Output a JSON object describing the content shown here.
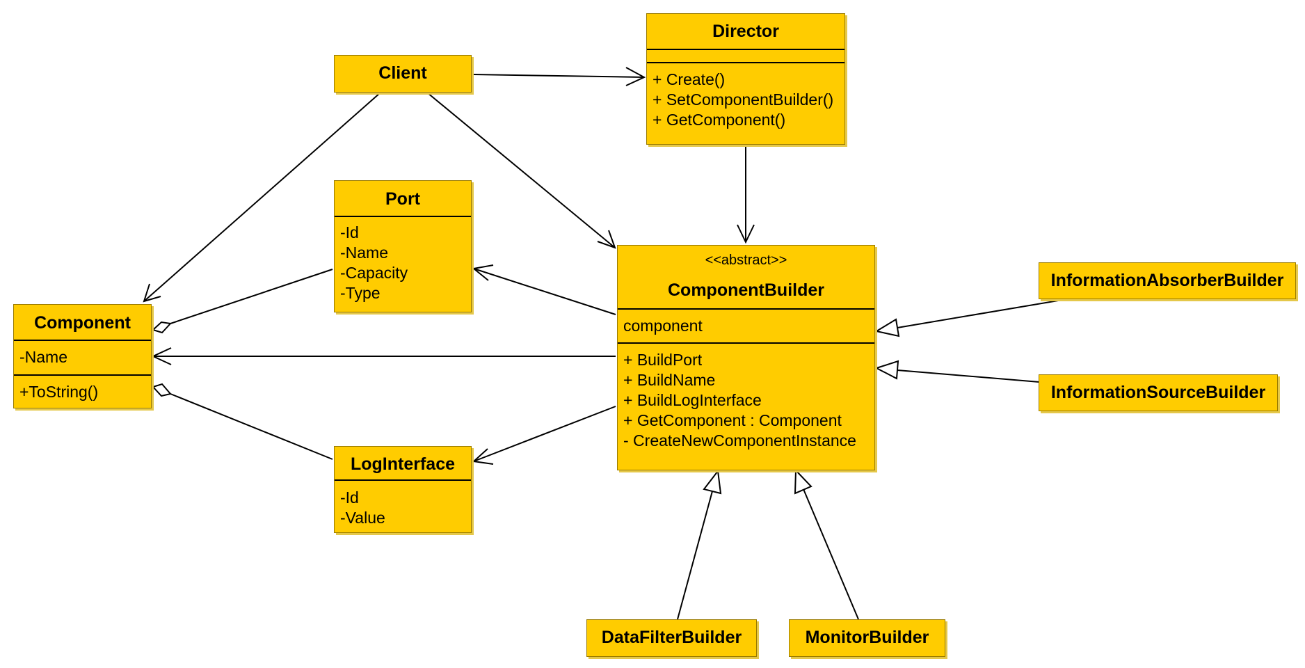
{
  "colors": {
    "class_fill": "#FFCC00",
    "stroke": "#000000"
  },
  "classes": {
    "client": {
      "name": "Client"
    },
    "director": {
      "name": "Director",
      "operations": [
        "+ Create()",
        "+ SetComponentBuilder()",
        "+ GetComponent()"
      ]
    },
    "port": {
      "name": "Port",
      "attributes": [
        "-Id",
        "-Name",
        "-Capacity",
        "-Type"
      ]
    },
    "component": {
      "name": "Component",
      "attributes": [
        "-Name"
      ],
      "operations": [
        "+ToString()"
      ]
    },
    "component_builder": {
      "stereotype": "<<abstract>>",
      "name": "ComponentBuilder",
      "attributes": [
        "component"
      ],
      "operations": [
        "+ BuildPort",
        "+ BuildName",
        "+ BuildLogInterface",
        "+ GetComponent : Component",
        "- CreateNewComponentInstance"
      ]
    },
    "log_interface": {
      "name": "LogInterface",
      "attributes": [
        "-Id",
        "-Value"
      ]
    },
    "information_absorber_builder": {
      "name": "InformationAbsorberBuilder"
    },
    "information_source_builder": {
      "name": "InformationSourceBuilder"
    },
    "data_filter_builder": {
      "name": "DataFilterBuilder"
    },
    "monitor_builder": {
      "name": "MonitorBuilder"
    }
  },
  "relationships": [
    {
      "from": "Client",
      "to": "Director",
      "kind": "association"
    },
    {
      "from": "Client",
      "to": "Component",
      "kind": "association"
    },
    {
      "from": "Client",
      "to": "ComponentBuilder",
      "kind": "association"
    },
    {
      "from": "Director",
      "to": "ComponentBuilder",
      "kind": "association"
    },
    {
      "from": "ComponentBuilder",
      "to": "Port",
      "kind": "association"
    },
    {
      "from": "ComponentBuilder",
      "to": "Component",
      "kind": "association"
    },
    {
      "from": "ComponentBuilder",
      "to": "LogInterface",
      "kind": "association"
    },
    {
      "from": "Component",
      "to": "Port",
      "kind": "aggregation"
    },
    {
      "from": "Component",
      "to": "LogInterface",
      "kind": "aggregation"
    },
    {
      "from": "InformationAbsorberBuilder",
      "to": "ComponentBuilder",
      "kind": "generalization"
    },
    {
      "from": "InformationSourceBuilder",
      "to": "ComponentBuilder",
      "kind": "generalization"
    },
    {
      "from": "DataFilterBuilder",
      "to": "ComponentBuilder",
      "kind": "generalization"
    },
    {
      "from": "MonitorBuilder",
      "to": "ComponentBuilder",
      "kind": "generalization"
    }
  ]
}
